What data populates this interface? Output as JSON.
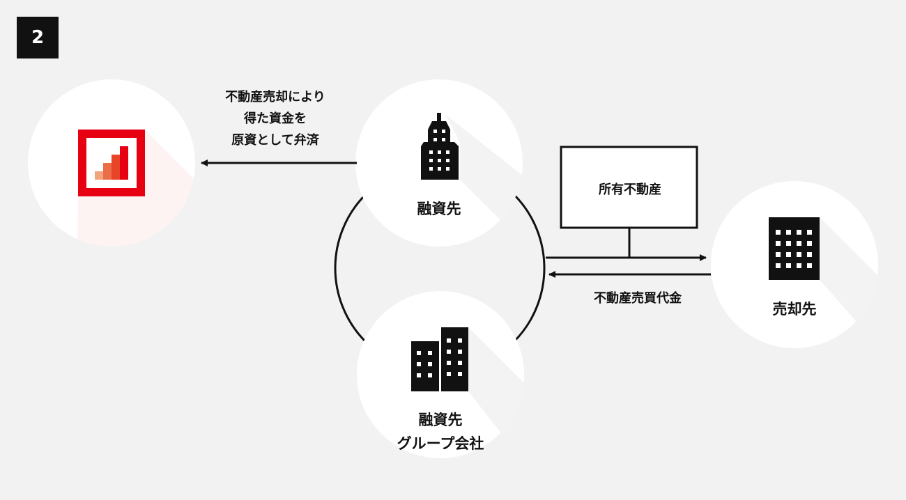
{
  "step_number": "2",
  "nodes": {
    "bank": {
      "icon": "bank-logo"
    },
    "borrower": {
      "label": "融資先",
      "icon": "office-tower-icon"
    },
    "group": {
      "label_line1": "融資先",
      "label_line2": "グループ会社",
      "icon": "twin-buildings-icon"
    },
    "buyer": {
      "label": "売却先",
      "icon": "building-icon"
    }
  },
  "property_box": {
    "label": "所有不動産"
  },
  "repay_text": {
    "line1": "不動産売却により",
    "line2": "得た資金を",
    "line3": "原資として弁済"
  },
  "sale_payment_text": "不動産売買代金",
  "colors": {
    "background": "#f2f2f2",
    "bank_red": "#e60012",
    "bar1": "#f2a47a",
    "bar2": "#ec6e48",
    "bar3": "#e8442a"
  }
}
